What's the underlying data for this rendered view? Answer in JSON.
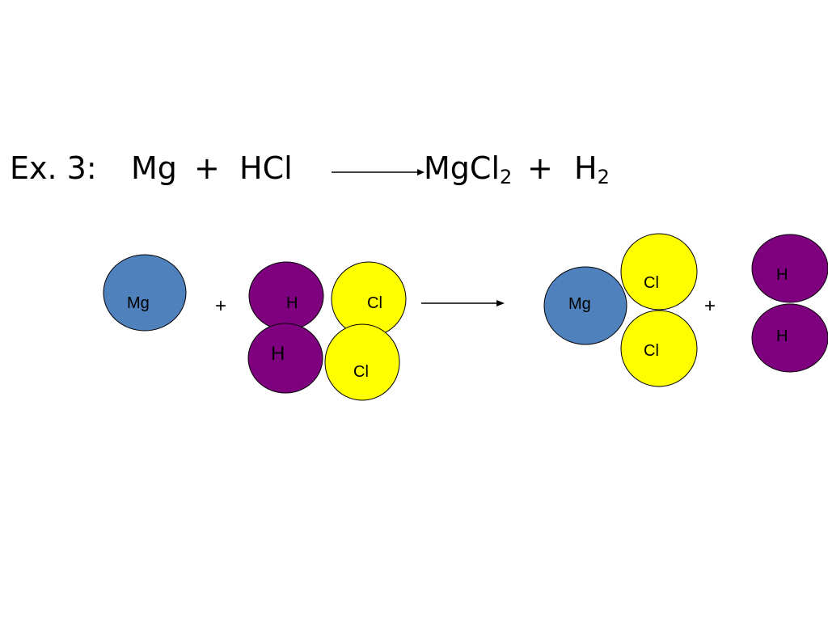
{
  "equation": {
    "label": "Ex. 3:",
    "reactant1": "Mg",
    "plus1": "+",
    "reactant2": "HCl",
    "product1_main": "MgCl",
    "product1_sub": "2",
    "plus2": "+",
    "product2_main": "H",
    "product2_sub": "2"
  },
  "diagram": {
    "mg_left": "Mg",
    "plus_left": "+",
    "h_top": "H",
    "cl_top": "Cl",
    "h_bottom": "H",
    "cl_bottom": "Cl",
    "mg_right": "Mg",
    "cl_right_top": "Cl",
    "cl_right_bottom": "Cl",
    "plus_right": "+",
    "h_right_top": "H",
    "h_right_bottom": "H"
  },
  "colors": {
    "mg": "#4f81bd",
    "h": "#7f007f",
    "cl": "#ffff00",
    "stroke": "#000000"
  }
}
